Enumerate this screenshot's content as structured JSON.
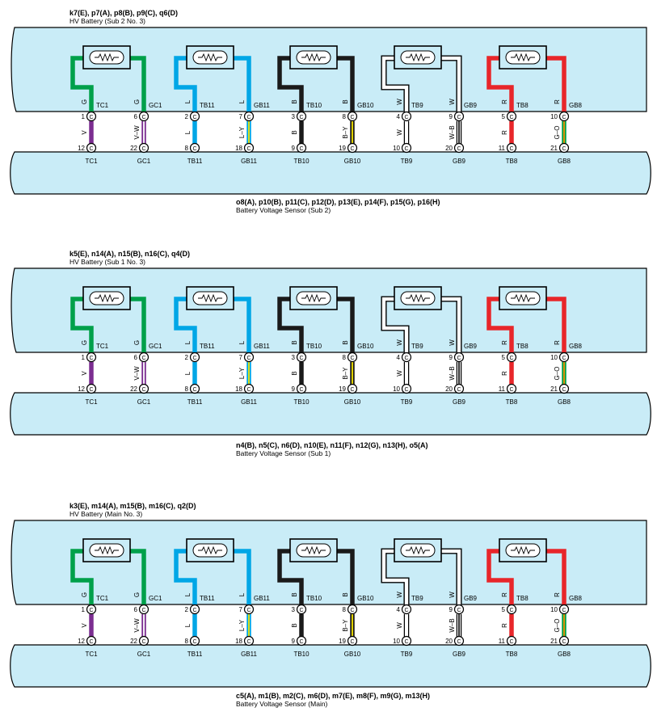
{
  "colors": {
    "panel_fill": "#c9ecf7",
    "G": "#00a04a",
    "L": "#00a6e6",
    "B": "#1a1a1a",
    "W": "#ffffff",
    "R": "#e8262a",
    "V": "#7b2d90",
    "Y": "#f5e400",
    "O": "#f39200"
  },
  "sections": [
    {
      "battery": {
        "connectors": "k7(E), p7(A), p8(B), p9(C), q6(D)",
        "name": "HV Battery (Sub 2 No.  3)"
      },
      "sensor": {
        "connectors": "o8(A), p10(B), p11(C), p12(D), p13(E), p14(F), p15(G), p16(H)",
        "name": "Battery Voltage Sensor (Sub 2)"
      }
    },
    {
      "battery": {
        "connectors": "k5(E), n14(A), n15(B), n16(C), q4(D)",
        "name": "HV Battery (Sub 1 No.  3)"
      },
      "sensor": {
        "connectors": "n4(B), n5(C), n6(D), n10(E), n11(F), n12(G), n13(H), o5(A)",
        "name": "Battery Voltage Sensor (Sub 1)"
      }
    },
    {
      "battery": {
        "connectors": "k3(E), m14(A), m15(B), m16(C), q2(D)",
        "name": "HV Battery (Main No.  3)"
      },
      "sensor": {
        "connectors": "c5(A), m1(B), m2(C), m6(D), m7(E), m8(F), m9(G), m13(H)",
        "name": "Battery Voltage Sensor (Main)"
      }
    }
  ],
  "groups": [
    {
      "wire": "G",
      "left": {
        "term": "TC1",
        "top_pin": "1",
        "bottom_pin": "12",
        "lower_wire": "V",
        "lower_main": "V"
      },
      "right": {
        "term": "GC1",
        "top_pin": "6",
        "bottom_pin": "22",
        "lower_wire": "V–W",
        "lower_main": "V",
        "lower_tracer": "W"
      }
    },
    {
      "wire": "L",
      "left": {
        "term": "TB11",
        "top_pin": "2",
        "bottom_pin": "8",
        "lower_wire": "L",
        "lower_main": "L"
      },
      "right": {
        "term": "GB11",
        "top_pin": "7",
        "bottom_pin": "18",
        "lower_wire": "L–Y",
        "lower_main": "L",
        "lower_tracer": "Y"
      }
    },
    {
      "wire": "B",
      "left": {
        "term": "TB10",
        "top_pin": "3",
        "bottom_pin": "9",
        "lower_wire": "B",
        "lower_main": "B"
      },
      "right": {
        "term": "GB10",
        "top_pin": "8",
        "bottom_pin": "19",
        "lower_wire": "B–Y",
        "lower_main": "B",
        "lower_tracer": "Y"
      }
    },
    {
      "wire": "W",
      "left": {
        "term": "TB9",
        "top_pin": "4",
        "bottom_pin": "10",
        "lower_wire": "W",
        "lower_main": "W"
      },
      "right": {
        "term": "GB9",
        "top_pin": "9",
        "bottom_pin": "20",
        "lower_wire": "W–B",
        "lower_main": "W",
        "lower_tracer": "B"
      }
    },
    {
      "wire": "R",
      "left": {
        "term": "TB8",
        "top_pin": "5",
        "bottom_pin": "11",
        "lower_wire": "R",
        "lower_main": "R"
      },
      "right": {
        "term": "GB8",
        "top_pin": "10",
        "bottom_pin": "21",
        "lower_wire": "G–O",
        "lower_main": "G",
        "lower_tracer": "O"
      }
    }
  ],
  "connector_letter": "C"
}
